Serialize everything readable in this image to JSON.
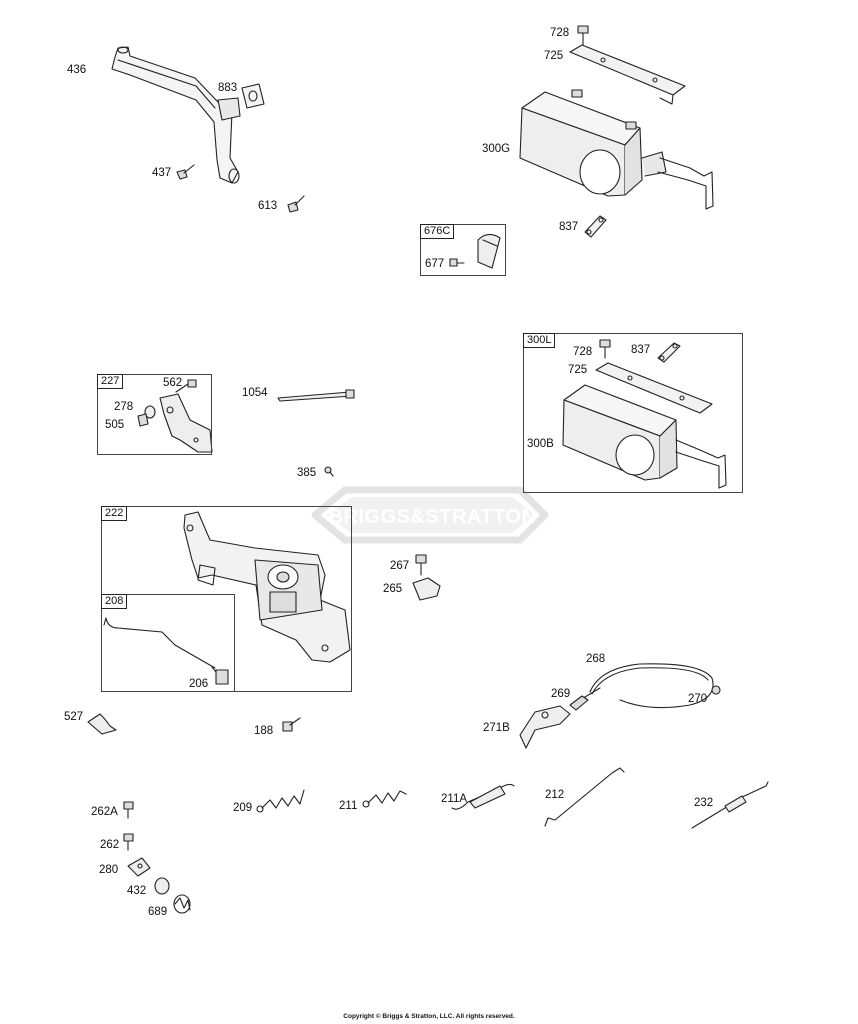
{
  "diagram": {
    "watermark": "BRIGGS&STRATTON",
    "copyright": "Copyright © Briggs & Stratton, LLC. All rights reserved.",
    "group_boxes": [
      {
        "id": "676C",
        "name": "kit-676c"
      },
      {
        "id": "300L",
        "name": "kit-300l"
      },
      {
        "id": "227",
        "name": "kit-227"
      },
      {
        "id": "222",
        "name": "kit-222"
      },
      {
        "id": "208",
        "name": "kit-208"
      }
    ],
    "part_labels": [
      "436",
      "883",
      "437",
      "613",
      "728",
      "725",
      "300G",
      "837",
      "677",
      "728",
      "837",
      "725",
      "300B",
      "562",
      "278",
      "505",
      "1054",
      "385",
      "267",
      "265",
      "206",
      "527",
      "188",
      "268",
      "269",
      "270",
      "271B",
      "209",
      "211",
      "211A",
      "212",
      "232",
      "262A",
      "262",
      "280",
      "432",
      "689"
    ],
    "colors": {
      "line": "#222222",
      "fill_light": "#f2f2f2",
      "fill_mid": "#d8d8d8",
      "watermark": "#e8e8e8"
    }
  }
}
